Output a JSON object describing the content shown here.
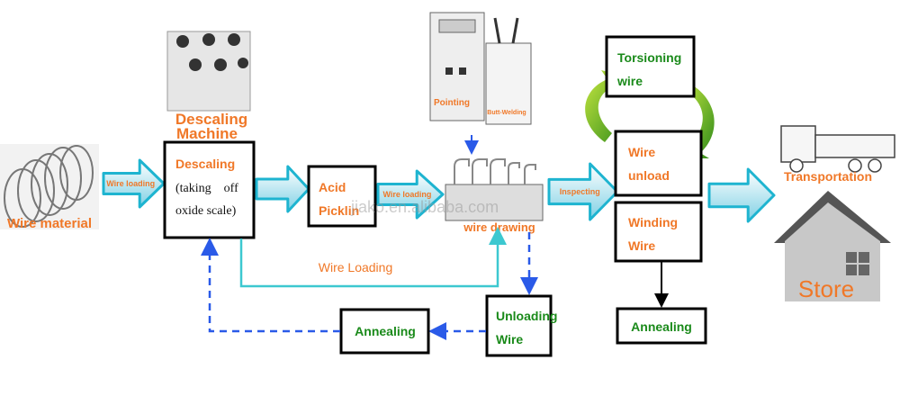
{
  "colors": {
    "orange": "#f07828",
    "green": "#1a8a1a",
    "teal": "#3cc8d0",
    "blue_dashed": "#2a5ae8",
    "box_border": "#000000"
  },
  "images": {
    "wire_material": {
      "label": "Wire material",
      "icon": "wire-coil-icon"
    },
    "descaling_machine": {
      "label_line1": "Descaling",
      "label_line2": "Machine",
      "icon": "machine-icon"
    },
    "pointing_machine": {
      "label_pointing": "Pointing",
      "label_butt": "Butt-Welding",
      "icon": "machine-icon"
    },
    "wire_drawing": {
      "label": "wire drawing",
      "icon": "drawing-machine-icon"
    },
    "transportation": {
      "label": "Transportation",
      "icon": "truck-icon"
    },
    "store": {
      "label": "Store",
      "icon": "house-icon"
    }
  },
  "arrows": {
    "wire_loading_1": "Wire loading",
    "wire_loading_2": "Wire loading",
    "inspecting": "Inspecting",
    "wire_loading_line": "Wire Loading"
  },
  "boxes": {
    "descaling": {
      "title": "Descaling",
      "line1": "(taking    off",
      "line2": "oxide scale)"
    },
    "acid": {
      "line1": "Acid",
      "line2": "Picklin"
    },
    "torsioning": {
      "line1": "Torsioning",
      "line2": "wire"
    },
    "wire_unload": {
      "line1": "Wire",
      "line2": "unload"
    },
    "winding": {
      "line1": "Winding",
      "line2": "Wire"
    },
    "unloading": {
      "line1": "Unloading",
      "line2": "Wire"
    },
    "annealing_left": {
      "label": "Annealing"
    },
    "annealing_right": {
      "label": "Annealing"
    }
  },
  "watermark": "jiako.en.alibaba.com"
}
